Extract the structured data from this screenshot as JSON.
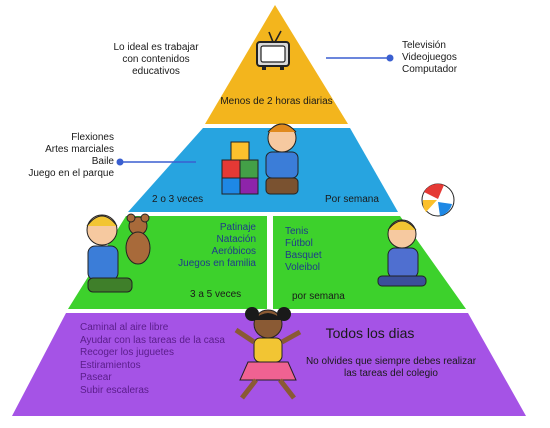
{
  "tiers": {
    "top": {
      "left_note": [
        "Lo ideal es trabajar",
        "con contenidos",
        "educativos"
      ],
      "right_items": [
        "Televisión",
        "Videojuegos",
        "Computador"
      ],
      "label": "Menos de 2 horas diarias",
      "color": "#f3b51d"
    },
    "second": {
      "left_items": [
        "Flexiones",
        "Artes marciales",
        "Baile",
        "Juego en el parque"
      ],
      "frequency": "2 o 3 veces",
      "period": "Por semana",
      "color": "#27a4e0"
    },
    "third": {
      "left_items": [
        "Patinaje",
        "Natación",
        "Aeróbicos",
        "Juegos en familia"
      ],
      "left_frequency": "3 a 5 veces",
      "right_items": [
        "Tenis",
        "Fútbol",
        "Basquet",
        "Voleibol"
      ],
      "right_period": "por semana",
      "color": "#3dd12c"
    },
    "base": {
      "items": [
        "Caminal al aire libre",
        "Ayudar con las tareas de la casa",
        "Recoger los juguetes",
        "Estiramientos",
        "Pasear",
        "Subir escaleras"
      ],
      "heading": "Todos los dias",
      "note": [
        "No olvides que siempre debes realizar",
        "las tareas del colegio"
      ],
      "color": "#a553e6"
    }
  },
  "icons": [
    "television-icon",
    "child-with-blocks-icon",
    "child-with-teddy-bear-icon",
    "child-with-ball-icon",
    "girl-jumping-icon"
  ]
}
